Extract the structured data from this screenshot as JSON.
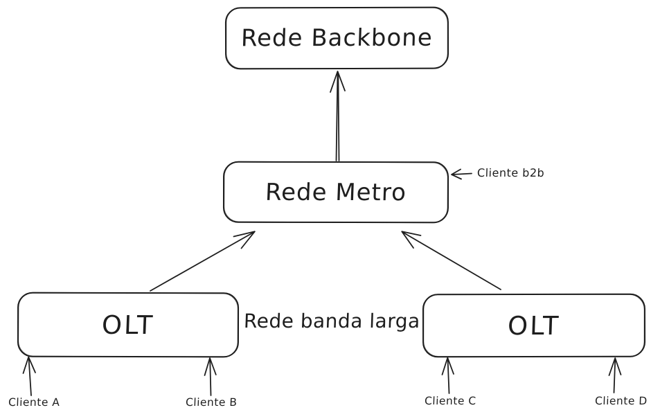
{
  "diagram": {
    "type": "network-hierarchy-sketch",
    "colors": {
      "stroke": "#1e1e1e",
      "background": "#ffffff",
      "node_fill": "#ffffff"
    },
    "nodes": [
      {
        "id": "rede-backbone",
        "label": "Rede Backbone"
      },
      {
        "id": "rede-metro",
        "label": "Rede Metro"
      },
      {
        "id": "olt-left",
        "label": "OLT"
      },
      {
        "id": "olt-right",
        "label": "OLT"
      }
    ],
    "labels": {
      "cliente_b2b": "Cliente b2b",
      "rede_banda_larga": "Rede banda larga",
      "cliente_a": "Cliente A",
      "cliente_b": "Cliente B",
      "cliente_c": "Cliente C",
      "cliente_d": "Cliente D"
    },
    "edges": [
      {
        "from": "rede-metro",
        "to": "rede-backbone",
        "style": "double-line-up-arrow"
      },
      {
        "from": "olt-left",
        "to": "rede-metro",
        "style": "diagonal-up-arrow"
      },
      {
        "from": "olt-right",
        "to": "rede-metro",
        "style": "diagonal-up-arrow"
      },
      {
        "from": "cliente-b2b-label",
        "to": "rede-metro",
        "style": "short-left-arrow"
      },
      {
        "from": "cliente-a",
        "to": "olt-left",
        "style": "short-up-arrow"
      },
      {
        "from": "cliente-b",
        "to": "olt-left",
        "style": "short-up-arrow"
      },
      {
        "from": "cliente-c",
        "to": "olt-right",
        "style": "short-up-arrow"
      },
      {
        "from": "cliente-d",
        "to": "olt-right",
        "style": "short-up-arrow"
      }
    ]
  }
}
